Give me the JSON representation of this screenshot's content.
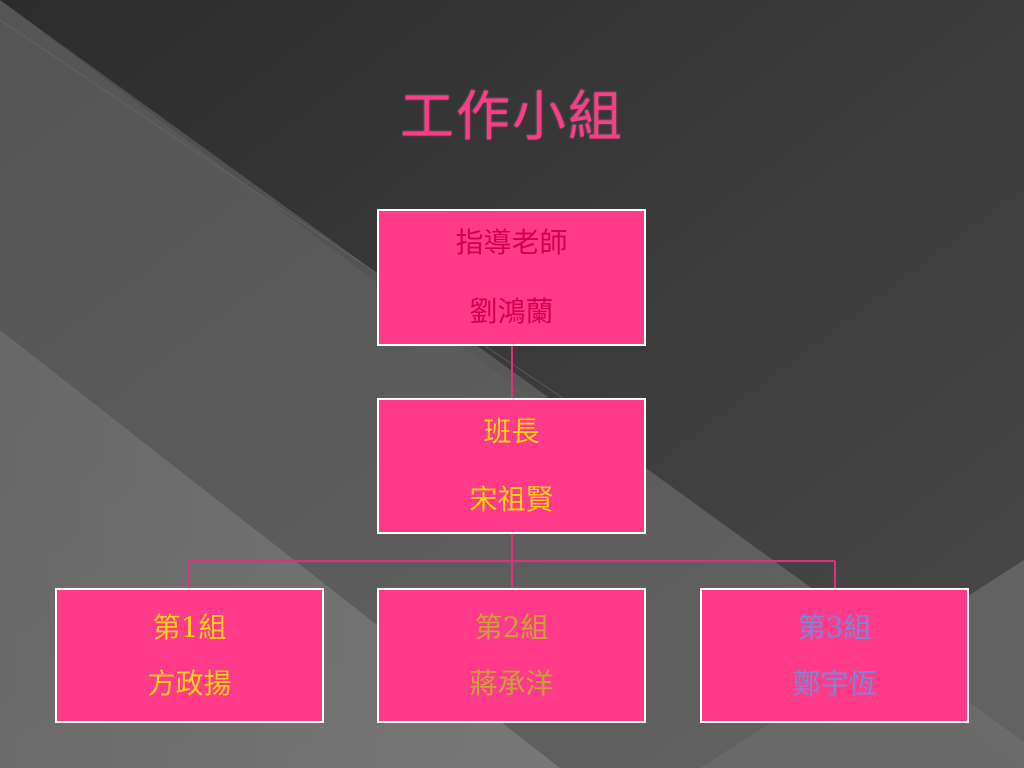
{
  "slide": {
    "title": "工作小組"
  },
  "org_chart": {
    "teacher": {
      "role": "指導老師",
      "name": "劉鴻蘭",
      "text_color": "#d4004f"
    },
    "leader": {
      "role": "班長",
      "name": "宋祖賢",
      "text_color": "#ffd21a"
    },
    "groups": [
      {
        "role": "第1組",
        "name": "方政揚",
        "text_color": "#ffd21a"
      },
      {
        "role": "第2組",
        "name": "蔣承洋",
        "text_color": "#c9a23a"
      },
      {
        "role": "第3組",
        "name": "鄭宇恆",
        "text_color": "#7a86d6"
      }
    ]
  },
  "colors": {
    "box_fill": "#ff3a88",
    "connector": "#e0307a",
    "title": "#ff3a88"
  }
}
